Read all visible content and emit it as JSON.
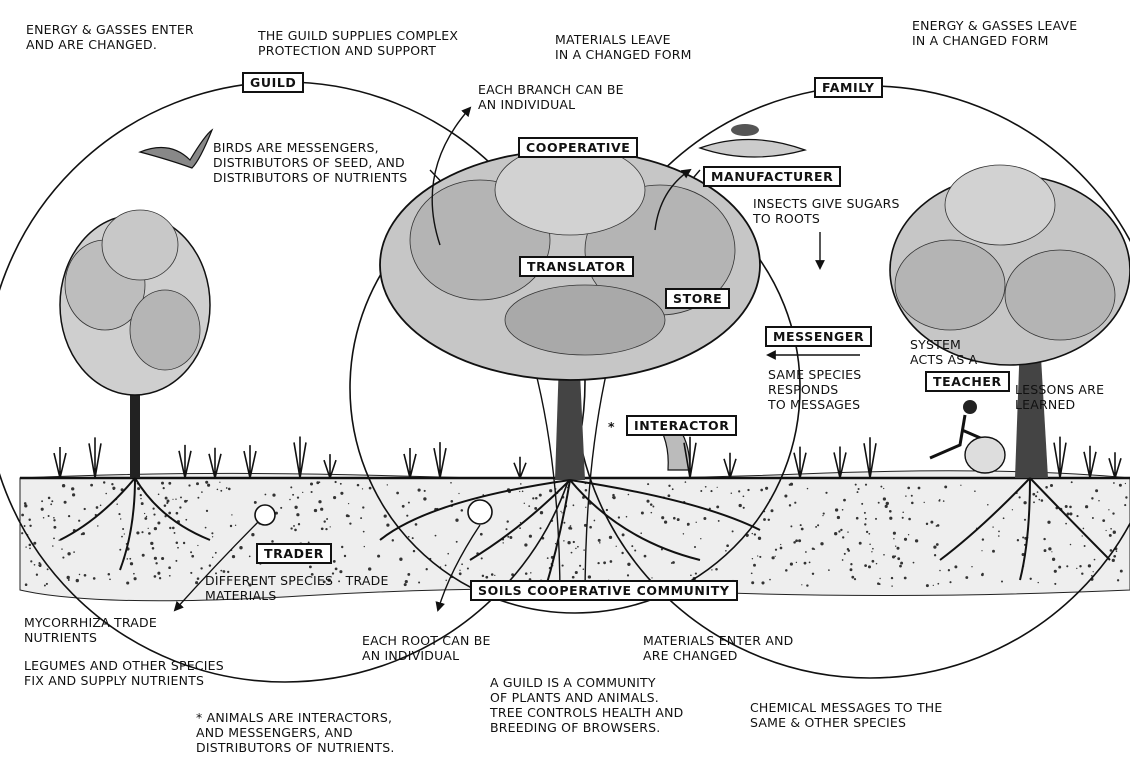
{
  "labels": {
    "guild": "GUILD",
    "family": "FAMILY",
    "cooperative": "COOPERATIVE",
    "manufacturer": "MANUFACTURER",
    "translator": "TRANSLATOR",
    "store": "STORE",
    "messenger": "MESSENGER",
    "teacher": "TEACHER",
    "interactor": "INTERACTOR",
    "trader": "TRADER",
    "soils_community": "SOILS COOPERATIVE COMMUNITY"
  },
  "notes": {
    "energy_enter": "ENERGY & GASSES ENTER\nAND ARE CHANGED.",
    "guild_supplies": "THE GUILD SUPPLIES COMPLEX\nPROTECTION AND SUPPORT",
    "materials_leave": "MATERIALS LEAVE\nIN A CHANGED FORM",
    "energy_leave": "ENERGY & GASSES LEAVE\nIN A CHANGED FORM",
    "each_branch": "EACH BRANCH CAN BE\nAN INDIVIDUAL",
    "birds": "BIRDS ARE MESSENGERS,\nDISTRIBUTORS OF SEED, AND\nDISTRIBUTORS OF NUTRIENTS",
    "insects": "INSECTS GIVE SUGARS\nTO ROOTS",
    "same_species": "SAME SPECIES\nRESPONDS\nTO MESSAGES",
    "system_acts": "SYSTEM\nACTS AS A",
    "lessons": "LESSONS ARE\nLEARNED",
    "different_species": "DIFFERENT SPECIES   TRADE\nMATERIALS",
    "mycorrhiza": "MYCORRHIZA TRADE\nNUTRIENTS",
    "legumes": "LEGUMES AND OTHER SPECIES\nFIX AND SUPPLY NUTRIENTS",
    "each_root": "EACH ROOT CAN BE\nAN INDIVIDUAL",
    "materials_enter": "MATERIALS ENTER AND\nARE CHANGED",
    "a_guild": "A GUILD IS A COMMUNITY\nOF PLANTS AND ANIMALS.\nTREE CONTROLS HEALTH AND\nBREEDING OF BROWSERS.",
    "chemical": "CHEMICAL MESSAGES TO THE\nSAME & OTHER SPECIES",
    "animals": "* ANIMALS ARE INTERACTORS,\nAND MESSENGERS, AND\nDISTRIBUTORS OF NUTRIENTS."
  },
  "asterisk": "*"
}
